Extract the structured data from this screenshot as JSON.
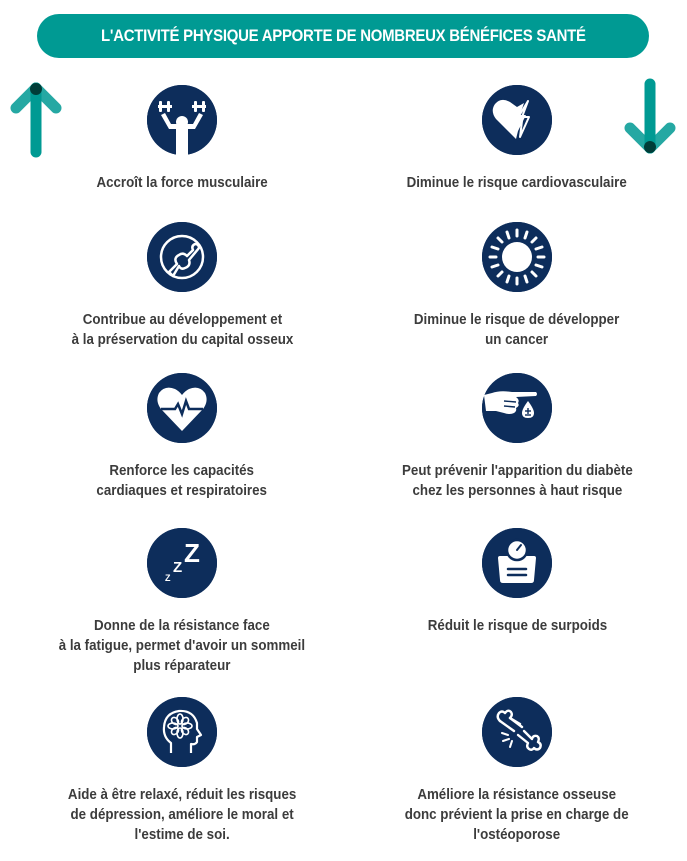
{
  "header": {
    "title": "L'ACTIVITÉ PHYSIQUE APPORTE DE NOMBREUX BÉNÉFICES SANTÉ"
  },
  "colors": {
    "banner": "#009a93",
    "icon_bg": "#0d2d5b",
    "arrow": "#009a93",
    "arrow_overlap": "#003d38",
    "text": "#3c3c3c"
  },
  "arrows": {
    "left": "arrow-up-icon",
    "right": "arrow-down-icon"
  },
  "benefits_increase": [
    {
      "icon": "weightlifter-icon",
      "label": "Accroît la force musculaire"
    },
    {
      "icon": "joint-bone-icon",
      "label": "Contribue au développement et\nà la préservation du capital osseux"
    },
    {
      "icon": "heartbeat-icon",
      "label": "Renforce les capacités\ncardiaques et respiratoires"
    },
    {
      "icon": "sleep-zzz-icon",
      "label": "Donne de la résistance face\nà la fatigue, permet d'avoir un sommeil\nplus réparateur"
    },
    {
      "icon": "mind-flower-icon",
      "label": "Aide à être relaxé, réduit les risques\nde dépression, améliore le moral et\nl'estime de soi."
    }
  ],
  "benefits_decrease": [
    {
      "icon": "heart-lightning-icon",
      "label": "Diminue le risque cardiovasculaire"
    },
    {
      "icon": "cancer-cell-icon",
      "label": "Diminue le risque de développer\nun cancer"
    },
    {
      "icon": "finger-blood-drop-icon",
      "label": "Peut prévenir l'apparition du diabète\nchez les personnes à haut risque"
    },
    {
      "icon": "weight-scale-icon",
      "label": "Réduit le risque de surpoids"
    },
    {
      "icon": "broken-bone-icon",
      "label": "Améliore la résistance osseuse\ndonc prévient la prise en charge de\nl'ostéoporose"
    }
  ]
}
